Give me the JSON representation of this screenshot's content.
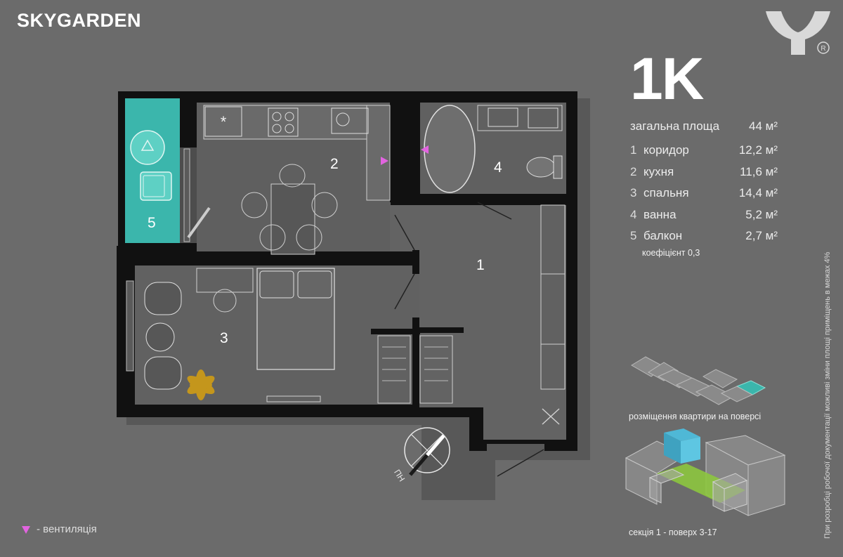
{
  "header": {
    "brand": "SKYGARDEN",
    "logo_icon": "y-letter-logo-icon"
  },
  "apartment": {
    "type": "1K",
    "total_label": "загальна площа",
    "total_value": "44 м²",
    "rooms": [
      {
        "num": "1",
        "name": "коридор",
        "area": "12,2 м²"
      },
      {
        "num": "2",
        "name": "кухня",
        "area": "11,6 м²"
      },
      {
        "num": "3",
        "name": "спальня",
        "area": "14,4 м²"
      },
      {
        "num": "4",
        "name": "ванна",
        "area": "5,2 м²"
      },
      {
        "num": "5",
        "name": "балкон",
        "area": "2,7 м²"
      }
    ],
    "coefficient": "коефіцієнт 0,3"
  },
  "plan": {
    "labels": {
      "r1": "1",
      "r2": "2",
      "r3": "3",
      "r4": "4",
      "r5": "5"
    },
    "compass": "ПН",
    "colors": {
      "wall": "#111111",
      "floor": "#5e5e5e",
      "balcony": "#3bb6ac",
      "vent": "#e264e0",
      "plant": "#c4961c"
    }
  },
  "legend": {
    "icon": "triangle-down-icon",
    "text": "- вентиляція"
  },
  "side_note": "При розробці робочої документації можливі зміни площі приміщень в межах 4%",
  "location": {
    "floor_caption": "розміщення квартири на поверсі",
    "section_caption": "секція 1 - поверх 3-17"
  }
}
